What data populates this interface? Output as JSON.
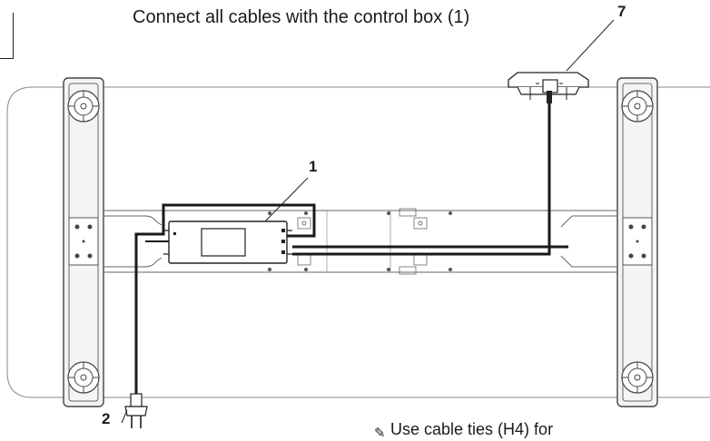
{
  "instruction": "Connect all cables with the control box (1)",
  "callouts": {
    "control_box": "1",
    "power_plug": "2",
    "handset": "7"
  },
  "footnote": "Use cable ties (H4) for",
  "colors": {
    "line": "#2a2a2a",
    "frame": "#555555",
    "frame_fill": "#f4f4f4",
    "cable": "#1a1a1a"
  }
}
